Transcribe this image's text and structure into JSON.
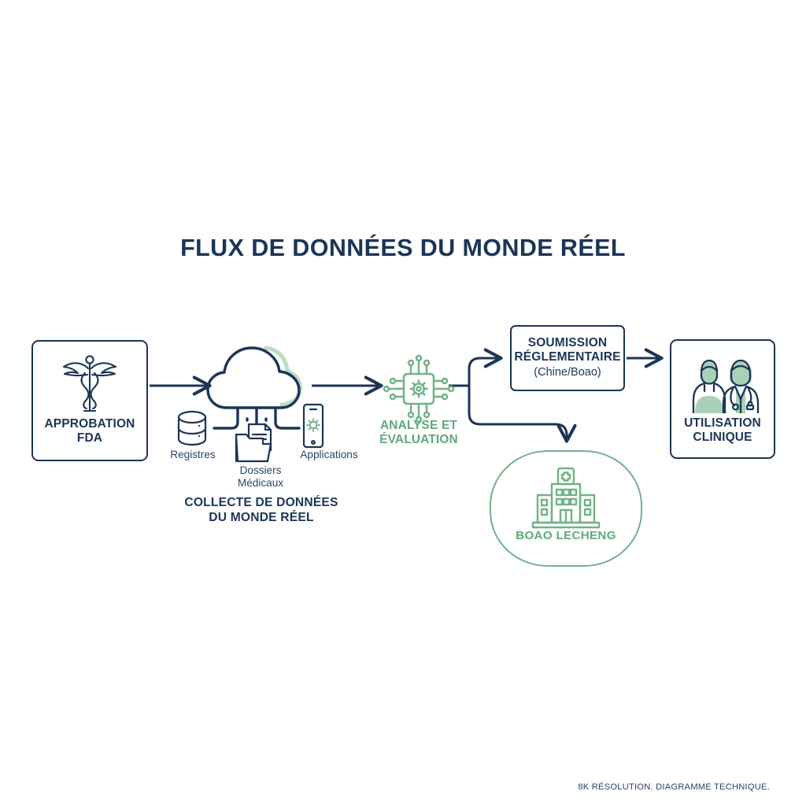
{
  "title": "FLUX DE DONNÉES DU MONDE RÉEL",
  "footer": "8K RÉSOLUTION. DIAGRAMME TECHNIQUE.",
  "colors": {
    "navy": "#1c3557",
    "navy_text": "#2b4568",
    "green": "#72b286",
    "green_text": "#5fa97c",
    "green_light": "#bcdcc6",
    "background": "#ffffff"
  },
  "nodes": {
    "fda": {
      "label_line1": "APPROBATION",
      "label_line2": "FDA",
      "icon": "caduceus-icon"
    },
    "collection": {
      "title_line1": "COLLECTE DE DONNÉES",
      "title_line2": "DU MONDE RÉEL",
      "cloud_icon": "cloud-icon",
      "sources": [
        {
          "label_line1": "Registres",
          "label_line2": "",
          "icon": "database-icon"
        },
        {
          "label_line1": "Dossiers",
          "label_line2": "Médicaux",
          "icon": "medical-folder-icon"
        },
        {
          "label_line1": "Applications",
          "label_line2": "",
          "icon": "mobile-app-icon"
        }
      ]
    },
    "analysis": {
      "label_line1": "ANALYSE ET",
      "label_line2": "ÉVALUATION",
      "icon": "microchip-gear-icon"
    },
    "submission": {
      "label_line1": "SOUMISSION",
      "label_line2": "RÉGLEMENTAIRE",
      "sub": "(Chine/Boao)"
    },
    "hospital": {
      "label": "BOAO LECHENG",
      "icon": "hospital-building-icon"
    },
    "clinical": {
      "label_line1": "UTILISATION",
      "label_line2": "CLINIQUE",
      "icon": "doctor-patient-icon"
    }
  },
  "connectors": [
    {
      "name": "fda-to-collection",
      "from": "fda",
      "to": "collection",
      "style": "arrow-right"
    },
    {
      "name": "collection-to-analysis",
      "from": "collection",
      "to": "analysis",
      "style": "arrow-right"
    },
    {
      "name": "analysis-branch-to-submission",
      "from": "analysis",
      "to": "submission",
      "style": "branch-up-arrow"
    },
    {
      "name": "analysis-branch-to-hospital",
      "from": "analysis",
      "to": "hospital",
      "style": "branch-down-arrow"
    },
    {
      "name": "submission-to-clinical",
      "from": "submission",
      "to": "clinical",
      "style": "arrow-right"
    }
  ]
}
